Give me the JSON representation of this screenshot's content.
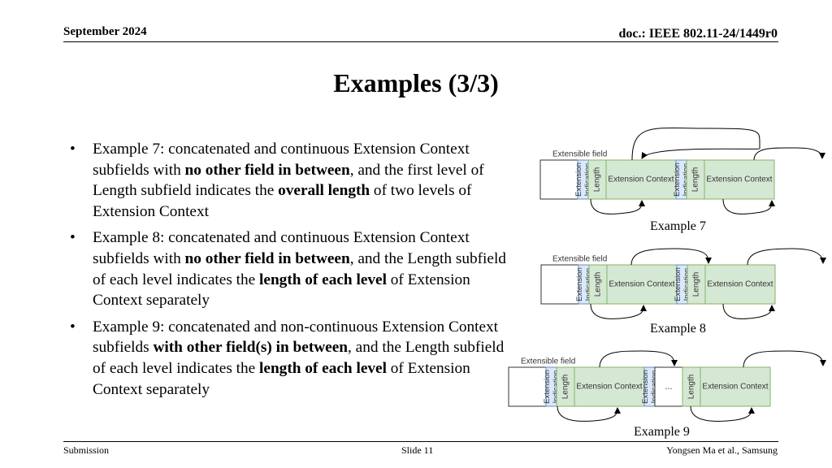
{
  "header": {
    "date": "September 2024",
    "doc": "doc.: IEEE 802.11-24/1449r0"
  },
  "title": "Examples (3/3)",
  "bullets": [
    {
      "marker": "•",
      "parts": [
        {
          "t": "Example 7: concatenated and continuous Extension Context subfields with ",
          "b": false
        },
        {
          "t": "no other field in between",
          "b": true
        },
        {
          "t": ", and the first level of Length subfield indicates the ",
          "b": false
        },
        {
          "t": "overall length",
          "b": true
        },
        {
          "t": " of two levels of Extension Context",
          "b": false
        }
      ]
    },
    {
      "marker": "•",
      "parts": [
        {
          "t": "Example 8: concatenated and continuous Extension Context subfields with ",
          "b": false
        },
        {
          "t": "no other field in between",
          "b": true
        },
        {
          "t": ", and the Length subfield of each level indicates the ",
          "b": false
        },
        {
          "t": "length of each level",
          "b": true
        },
        {
          "t": " of Extension Context separately",
          "b": false
        }
      ]
    },
    {
      "marker": "•",
      "parts": [
        {
          "t": "Example 9: concatenated and non-continuous Extension Context subfields ",
          "b": false
        },
        {
          "t": "with other field(s) in between",
          "b": true
        },
        {
          "t": ", and the Length subfield of each level indicates the ",
          "b": false
        },
        {
          "t": "length of each level",
          "b": true
        },
        {
          "t": " of Extension Context separately",
          "b": false
        }
      ]
    }
  ],
  "diagrams": {
    "field_label": "Extensible field",
    "ext_line1": "Extension",
    "ext_line2": "Indication",
    "length": "Length",
    "context": "Extension Context",
    "ellipsis": "...",
    "colors": {
      "blue_fill": "#dae8fc",
      "blue_stroke": "#6c8ebf",
      "green_fill": "#d5e8d4",
      "green_stroke": "#82b366"
    },
    "captions": [
      "Example 7",
      "Example 8",
      "Example 9"
    ]
  },
  "footer": {
    "left": "Submission",
    "center": "Slide 11",
    "right": "Yongsen Ma et al., Samsung"
  }
}
